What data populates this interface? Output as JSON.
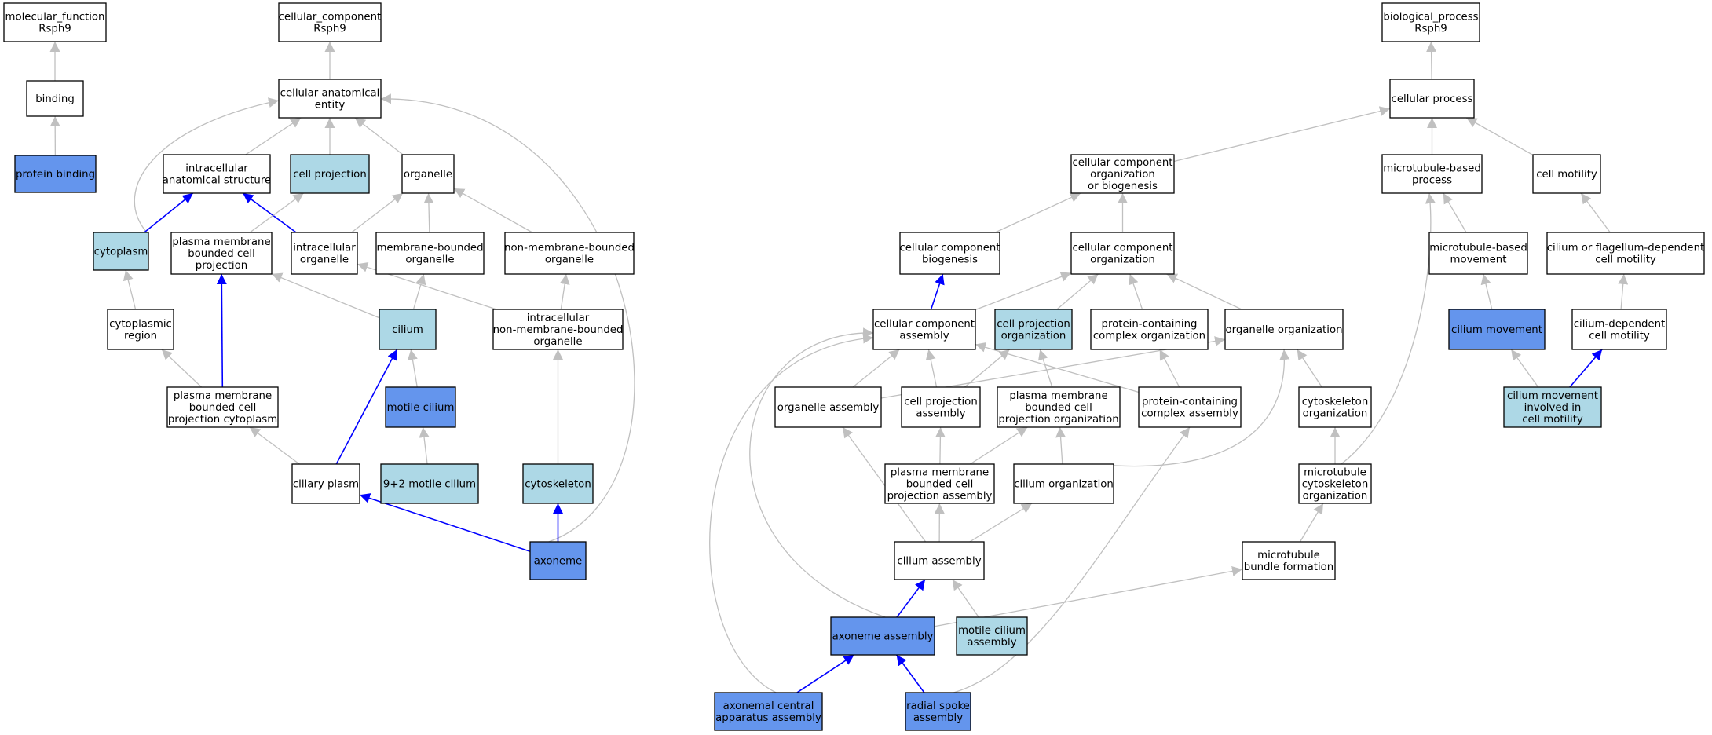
{
  "colors": {
    "plain_fill": "#ffffff",
    "light_fill": "#add8e6",
    "strong_fill": "#6495ed",
    "node_border": "#000000",
    "edge_gray": "#c0c0c0",
    "edge_blue": "#0000ff"
  },
  "nodes": [
    {
      "id": "mf_root",
      "lines": [
        "molecular_function",
        "Rsph9"
      ],
      "fill": "plain"
    },
    {
      "id": "binding",
      "lines": [
        "binding"
      ],
      "fill": "plain"
    },
    {
      "id": "protein_binding",
      "lines": [
        "protein binding"
      ],
      "fill": "strong"
    },
    {
      "id": "cc_root",
      "lines": [
        "cellular_component",
        "Rsph9"
      ],
      "fill": "plain"
    },
    {
      "id": "cae",
      "lines": [
        "cellular anatomical",
        "entity"
      ],
      "fill": "plain"
    },
    {
      "id": "ias",
      "lines": [
        "intracellular",
        "anatomical structure"
      ],
      "fill": "plain"
    },
    {
      "id": "cell_projection",
      "lines": [
        "cell projection"
      ],
      "fill": "light"
    },
    {
      "id": "organelle",
      "lines": [
        "organelle"
      ],
      "fill": "plain"
    },
    {
      "id": "cytoplasm",
      "lines": [
        "cytoplasm"
      ],
      "fill": "light"
    },
    {
      "id": "pmbcp",
      "lines": [
        "plasma membrane",
        "bounded cell",
        "projection"
      ],
      "fill": "plain"
    },
    {
      "id": "intra_org",
      "lines": [
        "intracellular",
        "organelle"
      ],
      "fill": "plain"
    },
    {
      "id": "mbo",
      "lines": [
        "membrane-bounded",
        "organelle"
      ],
      "fill": "plain"
    },
    {
      "id": "nmbo",
      "lines": [
        "non-membrane-bounded",
        "organelle"
      ],
      "fill": "plain"
    },
    {
      "id": "cyto_region",
      "lines": [
        "cytoplasmic",
        "region"
      ],
      "fill": "plain"
    },
    {
      "id": "cilium",
      "lines": [
        "cilium"
      ],
      "fill": "light"
    },
    {
      "id": "inmbo",
      "lines": [
        "intracellular",
        "non-membrane-bounded",
        "organelle"
      ],
      "fill": "plain"
    },
    {
      "id": "pmbcpc",
      "lines": [
        "plasma membrane",
        "bounded cell",
        "projection cytoplasm"
      ],
      "fill": "plain"
    },
    {
      "id": "motile_cilium",
      "lines": [
        "motile cilium"
      ],
      "fill": "strong"
    },
    {
      "id": "ciliary_plasm",
      "lines": [
        "ciliary plasm"
      ],
      "fill": "plain"
    },
    {
      "id": "nine_two",
      "lines": [
        "9+2 motile cilium"
      ],
      "fill": "light"
    },
    {
      "id": "cytoskeleton",
      "lines": [
        "cytoskeleton"
      ],
      "fill": "light"
    },
    {
      "id": "axoneme",
      "lines": [
        "axoneme"
      ],
      "fill": "strong"
    },
    {
      "id": "bp_root",
      "lines": [
        "biological_process",
        "Rsph9"
      ],
      "fill": "plain"
    },
    {
      "id": "cell_process",
      "lines": [
        "cellular process"
      ],
      "fill": "plain"
    },
    {
      "id": "ccob",
      "lines": [
        "cellular component",
        "organization",
        "or biogenesis"
      ],
      "fill": "plain"
    },
    {
      "id": "mt_process",
      "lines": [
        "microtubule-based",
        "process"
      ],
      "fill": "plain"
    },
    {
      "id": "cell_motility",
      "lines": [
        "cell motility"
      ],
      "fill": "plain"
    },
    {
      "id": "ccb",
      "lines": [
        "cellular component",
        "biogenesis"
      ],
      "fill": "plain"
    },
    {
      "id": "cco",
      "lines": [
        "cellular component",
        "organization"
      ],
      "fill": "plain"
    },
    {
      "id": "mt_movement",
      "lines": [
        "microtubule-based",
        "movement"
      ],
      "fill": "plain"
    },
    {
      "id": "cfdcm",
      "lines": [
        "cilium or flagellum-dependent",
        "cell motility"
      ],
      "fill": "plain"
    },
    {
      "id": "cca",
      "lines": [
        "cellular component",
        "assembly"
      ],
      "fill": "plain"
    },
    {
      "id": "cpo",
      "lines": [
        "cell projection",
        "organization"
      ],
      "fill": "light"
    },
    {
      "id": "pcco",
      "lines": [
        "protein-containing",
        "complex organization"
      ],
      "fill": "plain"
    },
    {
      "id": "org_org",
      "lines": [
        "organelle organization"
      ],
      "fill": "plain"
    },
    {
      "id": "cilium_movement",
      "lines": [
        "cilium movement"
      ],
      "fill": "strong"
    },
    {
      "id": "cdcm",
      "lines": [
        "cilium-dependent",
        "cell motility"
      ],
      "fill": "plain"
    },
    {
      "id": "org_assembly",
      "lines": [
        "organelle assembly"
      ],
      "fill": "plain"
    },
    {
      "id": "cpa",
      "lines": [
        "cell projection",
        "assembly"
      ],
      "fill": "plain"
    },
    {
      "id": "pmbcpo",
      "lines": [
        "plasma membrane",
        "bounded cell",
        "projection organization"
      ],
      "fill": "plain"
    },
    {
      "id": "pcca",
      "lines": [
        "protein-containing",
        "complex assembly"
      ],
      "fill": "plain"
    },
    {
      "id": "cyto_org",
      "lines": [
        "cytoskeleton",
        "organization"
      ],
      "fill": "plain"
    },
    {
      "id": "cmimc",
      "lines": [
        "cilium movement",
        "involved in",
        "cell motility"
      ],
      "fill": "light"
    },
    {
      "id": "pmbcpa",
      "lines": [
        "plasma membrane",
        "bounded cell",
        "projection assembly"
      ],
      "fill": "plain"
    },
    {
      "id": "cilium_org",
      "lines": [
        "cilium organization"
      ],
      "fill": "plain"
    },
    {
      "id": "mco",
      "lines": [
        "microtubule",
        "cytoskeleton",
        "organization"
      ],
      "fill": "plain"
    },
    {
      "id": "cilium_assembly",
      "lines": [
        "cilium assembly"
      ],
      "fill": "plain"
    },
    {
      "id": "mbf",
      "lines": [
        "microtubule",
        "bundle formation"
      ],
      "fill": "plain"
    },
    {
      "id": "axoneme_assembly",
      "lines": [
        "axoneme assembly"
      ],
      "fill": "strong"
    },
    {
      "id": "mca",
      "lines": [
        "motile cilium",
        "assembly"
      ],
      "fill": "light"
    },
    {
      "id": "acaa",
      "lines": [
        "axonemal central",
        "apparatus assembly"
      ],
      "fill": "strong"
    },
    {
      "id": "rsa",
      "lines": [
        "radial spoke",
        "assembly"
      ],
      "fill": "strong"
    }
  ],
  "edges": [
    {
      "from": "binding",
      "to": "mf_root",
      "color": "gray"
    },
    {
      "from": "protein_binding",
      "to": "binding",
      "color": "gray"
    },
    {
      "from": "cae",
      "to": "cc_root",
      "color": "gray"
    },
    {
      "from": "ias",
      "to": "cae",
      "color": "gray"
    },
    {
      "from": "cell_projection",
      "to": "cae",
      "color": "gray"
    },
    {
      "from": "organelle",
      "to": "cae",
      "color": "gray"
    },
    {
      "from": "cytoplasm",
      "to": "cae",
      "color": "gray"
    },
    {
      "from": "axoneme",
      "to": "cae",
      "color": "gray"
    },
    {
      "from": "cytoplasm",
      "to": "ias",
      "color": "blue"
    },
    {
      "from": "intra_org",
      "to": "ias",
      "color": "blue"
    },
    {
      "from": "pmbcp",
      "to": "cell_projection",
      "color": "gray"
    },
    {
      "from": "intra_org",
      "to": "organelle",
      "color": "gray"
    },
    {
      "from": "mbo",
      "to": "organelle",
      "color": "gray"
    },
    {
      "from": "nmbo",
      "to": "organelle",
      "color": "gray"
    },
    {
      "from": "cyto_region",
      "to": "cytoplasm",
      "color": "gray"
    },
    {
      "from": "pmbcpc",
      "to": "cyto_region",
      "color": "gray"
    },
    {
      "from": "pmbcpc",
      "to": "pmbcp",
      "color": "blue"
    },
    {
      "from": "cilium",
      "to": "pmbcp",
      "color": "gray"
    },
    {
      "from": "cilium",
      "to": "mbo",
      "color": "gray"
    },
    {
      "from": "inmbo",
      "to": "intra_org",
      "color": "gray"
    },
    {
      "from": "inmbo",
      "to": "nmbo",
      "color": "gray"
    },
    {
      "from": "motile_cilium",
      "to": "cilium",
      "color": "gray"
    },
    {
      "from": "ciliary_plasm",
      "to": "cilium",
      "color": "blue"
    },
    {
      "from": "ciliary_plasm",
      "to": "pmbcpc",
      "color": "gray"
    },
    {
      "from": "nine_two",
      "to": "motile_cilium",
      "color": "gray"
    },
    {
      "from": "cytoskeleton",
      "to": "inmbo",
      "color": "gray"
    },
    {
      "from": "axoneme",
      "to": "cytoskeleton",
      "color": "blue"
    },
    {
      "from": "axoneme",
      "to": "ciliary_plasm",
      "color": "blue"
    },
    {
      "from": "cell_process",
      "to": "bp_root",
      "color": "gray"
    },
    {
      "from": "ccob",
      "to": "cell_process",
      "color": "gray"
    },
    {
      "from": "mt_process",
      "to": "cell_process",
      "color": "gray"
    },
    {
      "from": "cell_motility",
      "to": "cell_process",
      "color": "gray"
    },
    {
      "from": "ccb",
      "to": "ccob",
      "color": "gray"
    },
    {
      "from": "cco",
      "to": "ccob",
      "color": "gray"
    },
    {
      "from": "mt_movement",
      "to": "mt_process",
      "color": "gray"
    },
    {
      "from": "cfdcm",
      "to": "cell_motility",
      "color": "gray"
    },
    {
      "from": "cca",
      "to": "ccb",
      "color": "blue"
    },
    {
      "from": "cca",
      "to": "cco",
      "color": "gray"
    },
    {
      "from": "cpo",
      "to": "cco",
      "color": "gray"
    },
    {
      "from": "pcco",
      "to": "cco",
      "color": "gray"
    },
    {
      "from": "org_org",
      "to": "cco",
      "color": "gray"
    },
    {
      "from": "cilium_movement",
      "to": "mt_movement",
      "color": "gray"
    },
    {
      "from": "cdcm",
      "to": "cfdcm",
      "color": "gray"
    },
    {
      "from": "org_assembly",
      "to": "cca",
      "color": "gray"
    },
    {
      "from": "org_assembly",
      "to": "org_org",
      "color": "gray"
    },
    {
      "from": "cpa",
      "to": "cca",
      "color": "gray"
    },
    {
      "from": "cpa",
      "to": "cpo",
      "color": "gray"
    },
    {
      "from": "pmbcpo",
      "to": "cpo",
      "color": "gray"
    },
    {
      "from": "pcca",
      "to": "cca",
      "color": "gray"
    },
    {
      "from": "pcca",
      "to": "pcco",
      "color": "gray"
    },
    {
      "from": "cyto_org",
      "to": "org_org",
      "color": "gray"
    },
    {
      "from": "cmimc",
      "to": "cilium_movement",
      "color": "gray"
    },
    {
      "from": "cmimc",
      "to": "cdcm",
      "color": "blue"
    },
    {
      "from": "pmbcpa",
      "to": "cpa",
      "color": "gray"
    },
    {
      "from": "pmbcpa",
      "to": "pmbcpo",
      "color": "gray"
    },
    {
      "from": "cilium_org",
      "to": "pmbcpo",
      "color": "gray"
    },
    {
      "from": "cilium_org",
      "to": "org_org",
      "color": "gray"
    },
    {
      "from": "mco",
      "to": "cyto_org",
      "color": "gray"
    },
    {
      "from": "mco",
      "to": "mt_process",
      "color": "gray"
    },
    {
      "from": "cilium_assembly",
      "to": "pmbcpa",
      "color": "gray"
    },
    {
      "from": "cilium_assembly",
      "to": "cilium_org",
      "color": "gray"
    },
    {
      "from": "cilium_assembly",
      "to": "org_assembly",
      "color": "gray"
    },
    {
      "from": "mbf",
      "to": "mco",
      "color": "gray"
    },
    {
      "from": "axoneme_assembly",
      "to": "cilium_assembly",
      "color": "blue"
    },
    {
      "from": "axoneme_assembly",
      "to": "mbf",
      "color": "gray"
    },
    {
      "from": "axoneme_assembly",
      "to": "cca",
      "color": "gray"
    },
    {
      "from": "mca",
      "to": "cilium_assembly",
      "color": "gray"
    },
    {
      "from": "acaa",
      "to": "axoneme_assembly",
      "color": "blue"
    },
    {
      "from": "acaa",
      "to": "cca",
      "color": "gray"
    },
    {
      "from": "rsa",
      "to": "axoneme_assembly",
      "color": "blue"
    },
    {
      "from": "rsa",
      "to": "pcca",
      "color": "gray"
    }
  ]
}
